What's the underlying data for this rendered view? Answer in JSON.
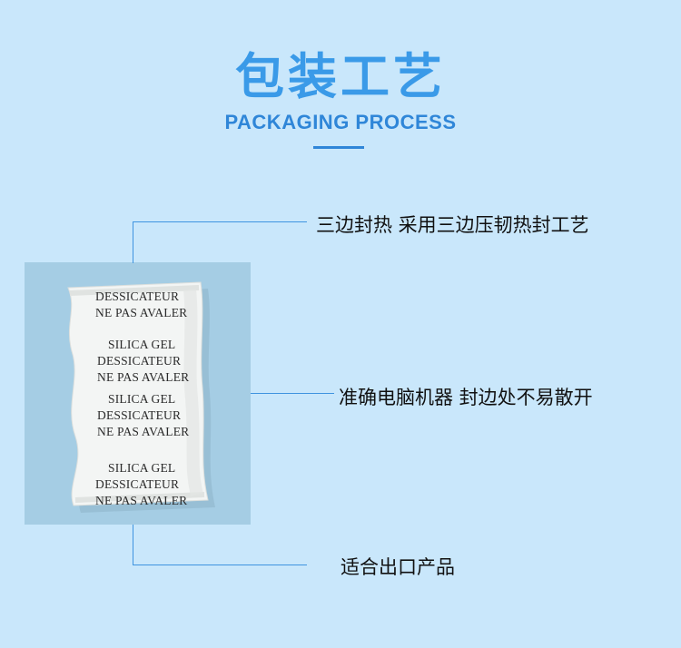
{
  "title_cn": "包装工艺",
  "title_en": "PACKAGING PROCESS",
  "features": [
    "三边封热  采用三边压韧热封工艺",
    "准确电脑机器 封边处不易散开",
    "适合出口产品"
  ],
  "sachet_print": [
    "DESSICATEUR",
    "NE PAS AVALER",
    "SILICA GEL",
    "DESSICATEUR",
    "NE PAS AVALER",
    "SILICA GEL",
    "DESSICATEUR",
    "NE PAS AVALER",
    "SILICA GEL",
    "DESSICATEUR",
    "NE PAS AVALER"
  ],
  "colors": {
    "background": "#c9e7fb",
    "accent": "#3a9ae8",
    "photo_backdrop": "#a5cde4"
  }
}
